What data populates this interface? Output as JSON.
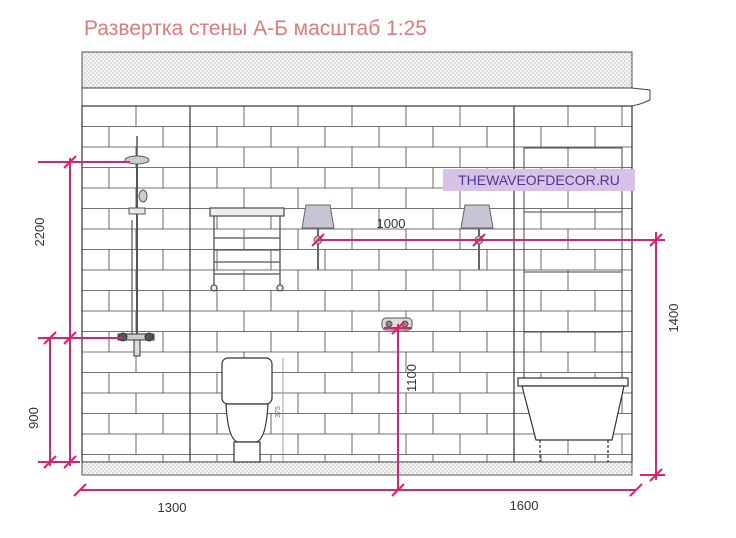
{
  "title": "Развертка стены А-Б масштаб 1:25",
  "watermark": "THEWAVEOFDECOR.RU",
  "dimensions": {
    "shower_height": "2200",
    "mixer_height": "900",
    "sconce_spacing": "1000",
    "outlet_height": "1100",
    "right_height": "1400",
    "left_width": "1300",
    "right_width": "1600",
    "toilet_height": "375"
  },
  "colors": {
    "dimension": "#e0206a",
    "title": "#e07a7a",
    "tile_line": "#444444",
    "watermark_bg": "#d9c2e8"
  }
}
